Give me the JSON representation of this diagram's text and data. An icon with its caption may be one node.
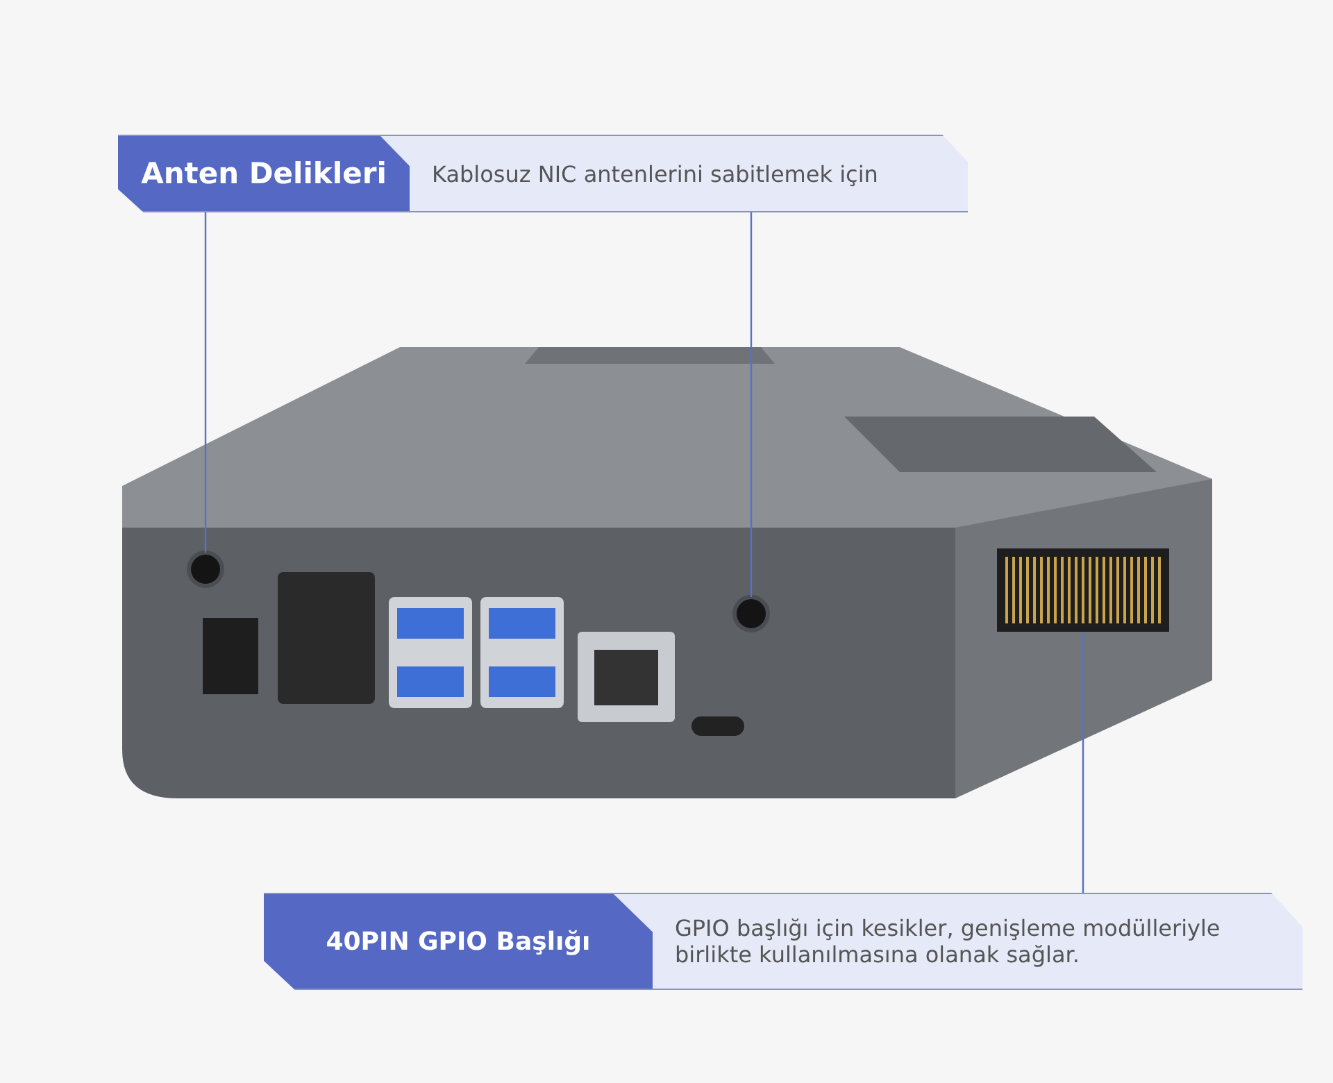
{
  "diagram": {
    "nodes": [
      {
        "text": [
          "Anten Delikleri",
          "Kablosuz NIC antenlerini sabitlemek için"
        ]
      },
      {
        "text": [],
        "shape": "picture"
      },
      {
        "text": [],
        "shape": "circle",
        "in": 1
      },
      {
        "text": [],
        "shape": "circle",
        "in": 1
      },
      {
        "text": [],
        "shape": "bar",
        "in": 1
      },
      {
        "text": [
          "40PIN GPIO Başlığı",
          "GPIO başlığı için kesikler, genişleme modülleriyle birlikte kullanılmasına olanak sağlar."
        ]
      }
    ],
    "edges": [
      {
        "from": 0,
        "to": 2,
        "arrow": "none"
      },
      {
        "from": 0,
        "to": 3,
        "arrow": "none"
      },
      {
        "from": 5,
        "to": 4,
        "arrow": "none"
      }
    ]
  }
}
